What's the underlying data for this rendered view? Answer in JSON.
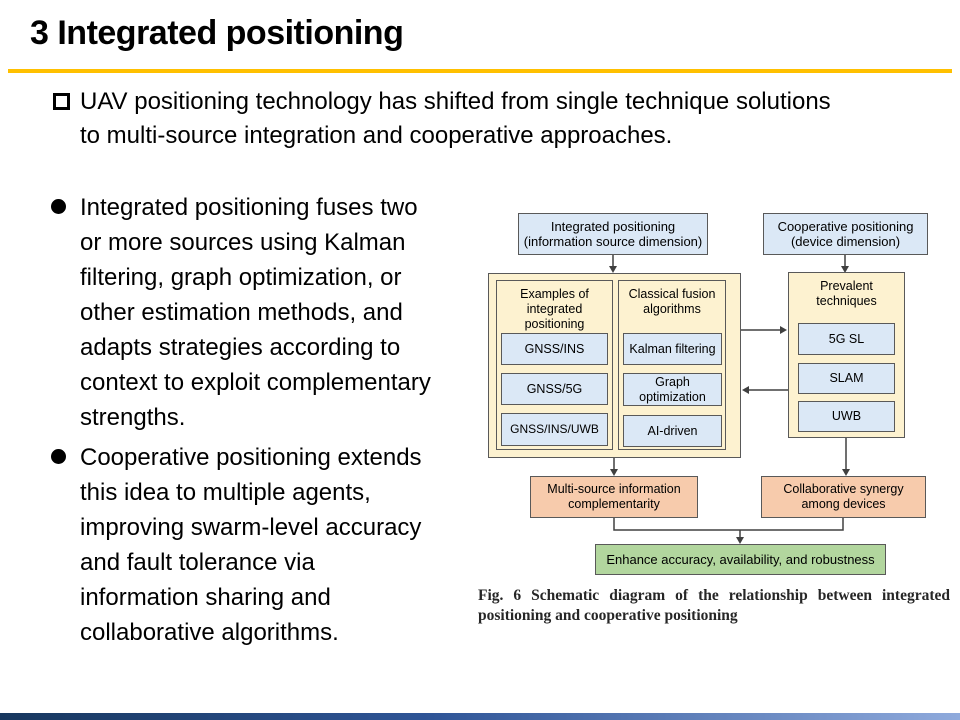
{
  "slide": {
    "title": "3 Integrated positioning",
    "accent_color": "#FFC000",
    "footer_colors": [
      "#17375e",
      "#2f5597",
      "#8faadc"
    ]
  },
  "intro": {
    "lines": [
      "UAV positioning technology has shifted from single technique solutions",
      "to multi-source integration and cooperative approaches."
    ]
  },
  "bullets": [
    {
      "lines": [
        "Integrated positioning fuses two",
        "or more sources using Kalman",
        "filtering, graph optimization, or",
        "other estimation methods, and",
        "adapts strategies according to",
        "context to exploit complementary",
        "strengths."
      ]
    },
    {
      "lines": [
        "Cooperative positioning extends",
        "this idea to multiple agents,",
        "improving swarm-level accuracy",
        "and fault tolerance via",
        "information sharing and",
        "collaborative algorithms."
      ]
    }
  ],
  "diagram": {
    "colors": {
      "header_fill": "#dbe8f6",
      "group_fill": "#fdf2d0",
      "outcome_fill": "#f7cbac",
      "result_fill": "#b2d69e",
      "border": "#595959"
    },
    "integrated_header": "Integrated positioning (information source dimension)",
    "cooperative_header": "Cooperative positioning (device dimension)",
    "examples_title": "Examples of integrated positioning",
    "examples_items": [
      "GNSS/INS",
      "GNSS/5G",
      "GNSS/INS/UWB"
    ],
    "algorithms_title": "Classical fusion algorithms",
    "algorithms_items": [
      "Kalman filtering",
      "Graph optimization",
      "AI-driven"
    ],
    "techniques_title": "Prevalent techniques",
    "techniques_items": [
      "5G SL",
      "SLAM",
      "UWB"
    ],
    "outcome_left": "Multi-source information complementarity",
    "outcome_right": "Collaborative synergy among devices",
    "result": "Enhance accuracy, availability, and robustness",
    "caption": "Fig. 6 Schematic diagram of the relationship between integrated positioning and cooperative positioning"
  }
}
